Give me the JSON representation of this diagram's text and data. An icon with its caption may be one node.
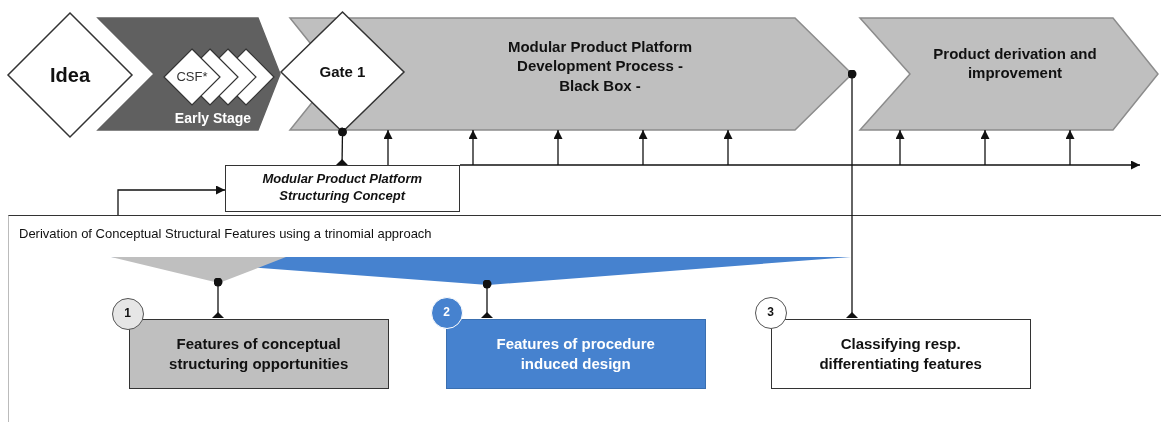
{
  "diagram": {
    "nodes": [
      {
        "text": [
          "Idea"
        ]
      },
      {
        "text": [
          "Early Stage"
        ]
      },
      {
        "text": [
          "CSF*"
        ],
        "in": 1
      },
      {
        "text": [
          "Gate 1"
        ]
      },
      {
        "text": [
          "Modular Product Platform Development Process - Black Box -"
        ]
      },
      {
        "text": [
          "Product derivation and improvement"
        ]
      },
      {
        "text": [
          "Modular Product Platform Structuring Concept"
        ]
      },
      {
        "text": [
          "Derivation of Conceptual Structural Features using a trinomial approach"
        ]
      },
      {
        "text": [],
        "shape": "triangle",
        "in": 7
      },
      {
        "text": [],
        "shape": "triangle",
        "in": 7
      },
      {
        "text": [
          "1"
        ],
        "in": 7
      },
      {
        "text": [
          "Features of conceptual structuring opportunities"
        ],
        "in": 7
      },
      {
        "text": [
          "2"
        ],
        "in": 7
      },
      {
        "text": [
          "Features of procedure induced design"
        ],
        "in": 7
      },
      {
        "text": [
          "3"
        ],
        "in": 7
      },
      {
        "text": [
          "Classifying resp. differentiating features"
        ],
        "in": 7
      }
    ],
    "edges": [
      {
        "from": 7,
        "to": 6,
        "arrow": "to"
      },
      {
        "from": 6,
        "to": null,
        "arrow": "to"
      },
      {
        "from": 3,
        "to": 6,
        "arrow": "other"
      },
      {
        "from": 6,
        "to": 4,
        "arrow": "to"
      },
      {
        "from": 6,
        "to": 4,
        "arrow": "to"
      },
      {
        "from": null,
        "to": 4,
        "arrow": "to"
      },
      {
        "from": null,
        "to": 4,
        "arrow": "to"
      },
      {
        "from": null,
        "to": 4,
        "arrow": "to"
      },
      {
        "from": null,
        "to": 5,
        "arrow": "to"
      },
      {
        "from": null,
        "to": 5,
        "arrow": "to"
      },
      {
        "from": null,
        "to": 5,
        "arrow": "to"
      },
      {
        "from": 4,
        "to": 15,
        "arrow": "other"
      },
      {
        "from": 8,
        "to": 11,
        "arrow": "other"
      },
      {
        "from": 9,
        "to": 13,
        "arrow": "other"
      }
    ]
  }
}
